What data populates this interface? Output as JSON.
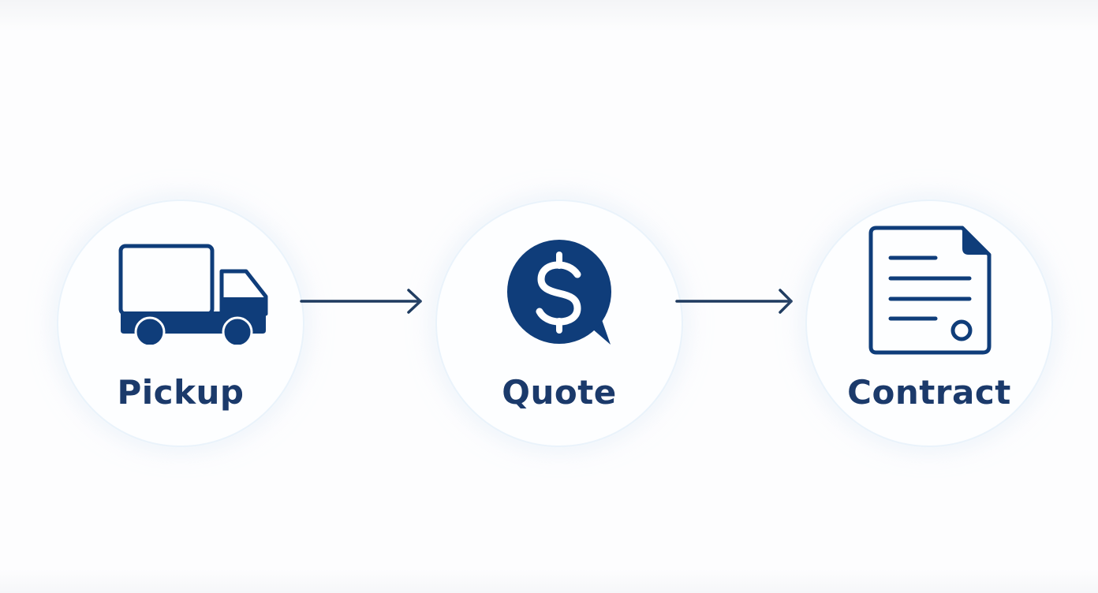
{
  "colors": {
    "primary": "#0f3d7a",
    "label": "#1b3a6b",
    "arrow": "#1e3a5f",
    "circle_border": "#eaf3fb",
    "background": "#fdfdfe"
  },
  "steps": [
    {
      "label": "Pickup",
      "icon": "truck-icon"
    },
    {
      "label": "Quote",
      "icon": "dollar-chat-icon"
    },
    {
      "label": "Contract",
      "icon": "contract-document-icon"
    }
  ],
  "connectors": [
    {
      "from": "Pickup",
      "to": "Quote",
      "icon": "arrow-right-icon"
    },
    {
      "from": "Quote",
      "to": "Contract",
      "icon": "arrow-right-icon"
    }
  ]
}
